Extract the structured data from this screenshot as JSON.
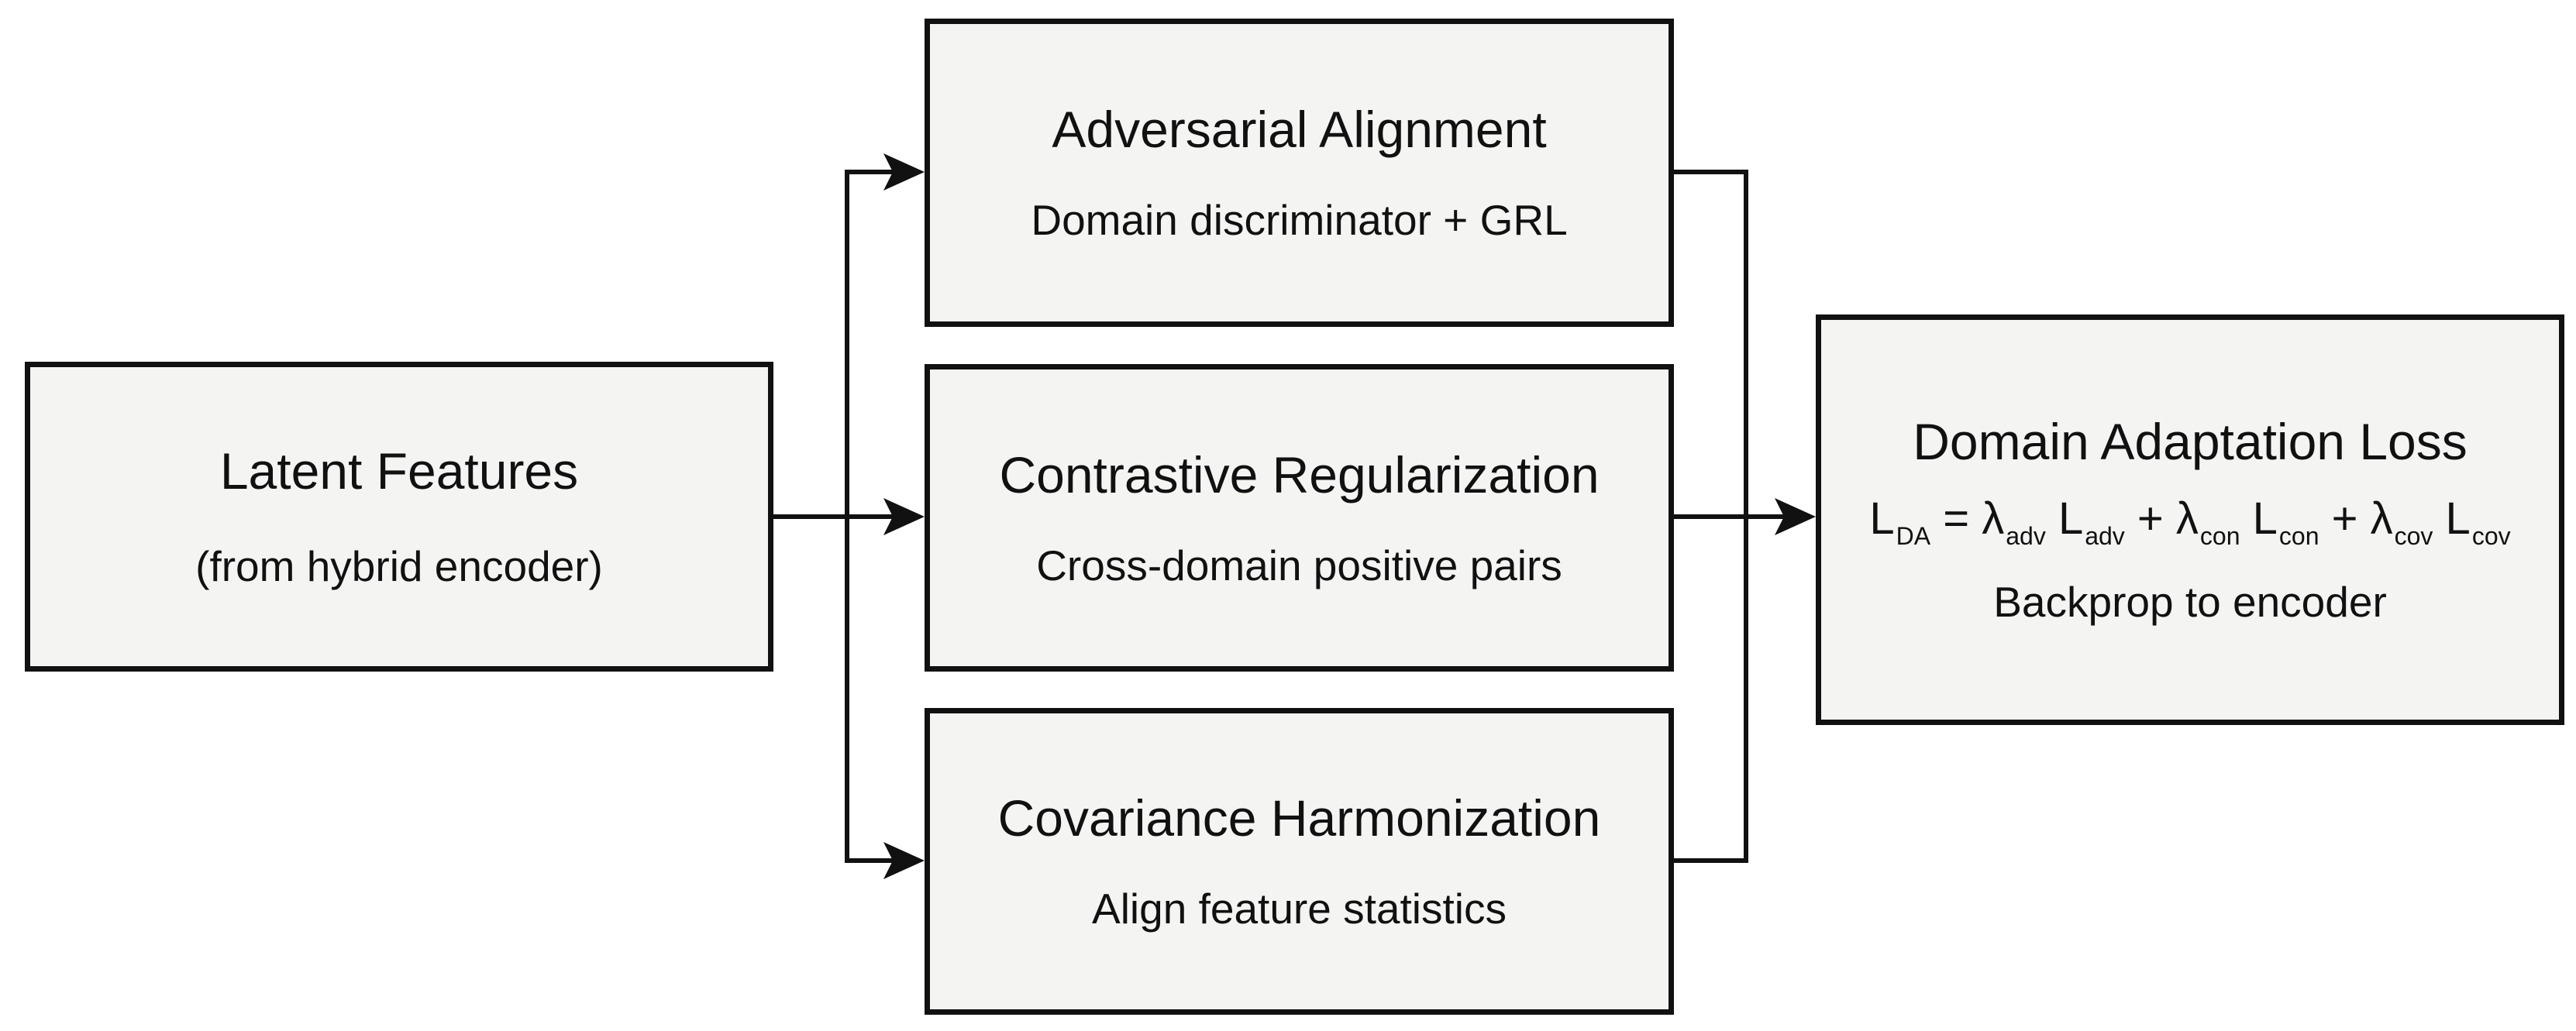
{
  "nodes": {
    "latent": {
      "title": "Latent Features",
      "subtitle": "(from hybrid encoder)"
    },
    "adversarial": {
      "title": "Adversarial Alignment",
      "subtitle": "Domain discriminator + GRL"
    },
    "contrastive": {
      "title": "Contrastive Regularization",
      "subtitle": "Cross-domain positive pairs"
    },
    "covariance": {
      "title": "Covariance Harmonization",
      "subtitle": "Align feature statistics"
    },
    "domain_adaptation": {
      "title": "Domain Adaptation Loss",
      "formula": {
        "lhs_symbol": "L",
        "lhs_sub": "DA",
        "equals": "=",
        "plus": "+",
        "lambda": "λ",
        "loss": "L",
        "sub_adv": "adv",
        "sub_con": "con",
        "sub_cov": "cov"
      },
      "subtitle": "Backprop to encoder"
    }
  },
  "edges": [
    {
      "from": "latent",
      "to": "adversarial"
    },
    {
      "from": "latent",
      "to": "contrastive"
    },
    {
      "from": "latent",
      "to": "covariance"
    },
    {
      "from": "adversarial",
      "to": "domain_adaptation"
    },
    {
      "from": "contrastive",
      "to": "domain_adaptation"
    },
    {
      "from": "covariance",
      "to": "domain_adaptation"
    }
  ],
  "colors": {
    "stroke": "#111111",
    "box_fill": "#f4f5f3",
    "background": "#ffffff"
  }
}
